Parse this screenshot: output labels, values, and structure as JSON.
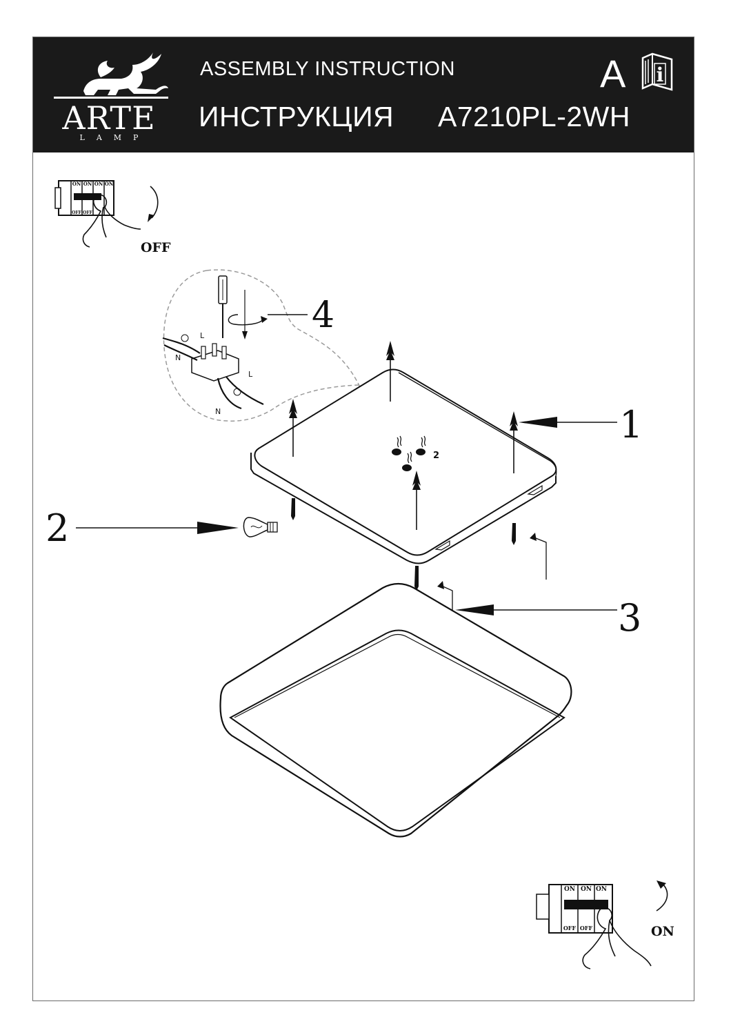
{
  "header": {
    "brand_name": "ARTE",
    "brand_sub": "LAMP",
    "title_en": "ASSEMBLY INSTRUCTION",
    "title_ru": "ИНСТРУКЦИЯ",
    "model": "A7210PL-2WH",
    "corner_letter": "A",
    "info_letter": "i"
  },
  "switch_off": {
    "toggle_labels": [
      "ON",
      "ON",
      "ON",
      "ON"
    ],
    "off_labels": [
      "OFF",
      "OFF"
    ],
    "caption": "OFF"
  },
  "switch_on": {
    "toggle_labels": [
      "ON",
      "ON",
      "ON"
    ],
    "off_labels": [
      "OFF",
      "OFF"
    ],
    "caption": "ON"
  },
  "detail": {
    "wire_labels": [
      "L",
      "N",
      "L",
      "N"
    ]
  },
  "steps": {
    "step1": "1",
    "step2": "2",
    "step3": "3",
    "step4": "4",
    "hole_count": "2"
  },
  "colors": {
    "header_bg": "#1a1a1a",
    "line": "#111111",
    "dashed": "#9a9a9a"
  },
  "icons": [
    "griffin-logo-icon",
    "instruction-book-icon",
    "screwdriver-icon",
    "bulb-icon",
    "hand-icon",
    "circuit-breaker-icon"
  ]
}
